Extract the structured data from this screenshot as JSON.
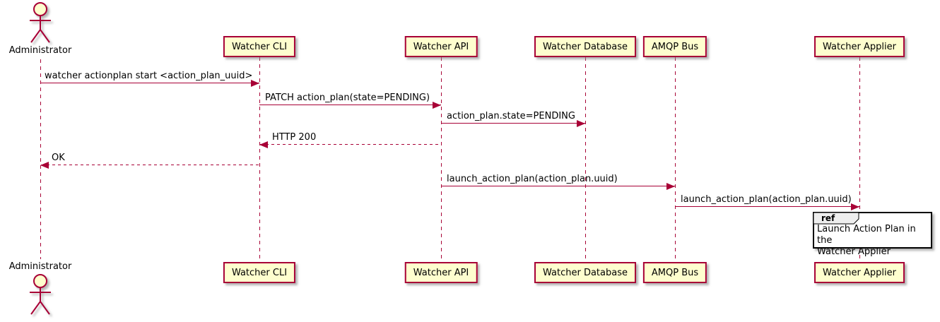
{
  "diagram": {
    "type": "sequence",
    "palette": {
      "stroke": "#A80036",
      "participant_fill": "#FEFECE",
      "text": "#000000",
      "fragment_border": "#000000",
      "fragment_header_fill": "#EEEEEE",
      "background": "#FFFFFF"
    },
    "participants": [
      {
        "label": "Administrator",
        "kind": "actor"
      },
      {
        "label": "Watcher CLI",
        "kind": "participant"
      },
      {
        "label": "Watcher API",
        "kind": "participant"
      },
      {
        "label": "Watcher Database",
        "kind": "participant"
      },
      {
        "label": "AMQP Bus",
        "kind": "participant"
      },
      {
        "label": "Watcher Applier",
        "kind": "participant"
      }
    ],
    "messages": [
      {
        "from": "Administrator",
        "to": "Watcher CLI",
        "text": "watcher actionplan start <action_plan_uuid>",
        "line": "solid",
        "direction": "right"
      },
      {
        "from": "Watcher CLI",
        "to": "Watcher API",
        "text": "PATCH action_plan(state=PENDING)",
        "line": "solid",
        "direction": "right"
      },
      {
        "from": "Watcher API",
        "to": "Watcher Database",
        "text": "action_plan.state=PENDING",
        "line": "solid",
        "direction": "right"
      },
      {
        "from": "Watcher API",
        "to": "Watcher CLI",
        "text": "HTTP 200",
        "line": "dashed",
        "direction": "left"
      },
      {
        "from": "Watcher CLI",
        "to": "Administrator",
        "text": "OK",
        "line": "dashed",
        "direction": "left"
      },
      {
        "from": "Watcher API",
        "to": "AMQP Bus",
        "text": "launch_action_plan(action_plan.uuid)",
        "line": "solid",
        "direction": "right"
      },
      {
        "from": "AMQP Bus",
        "to": "Watcher Applier",
        "text": "launch_action_plan(action_plan.uuid)",
        "line": "solid",
        "direction": "right"
      }
    ],
    "fragment": {
      "keyword": "ref",
      "over": "Watcher Applier",
      "lines": [
        "Launch Action Plan in the",
        "Watcher Applier"
      ]
    }
  }
}
